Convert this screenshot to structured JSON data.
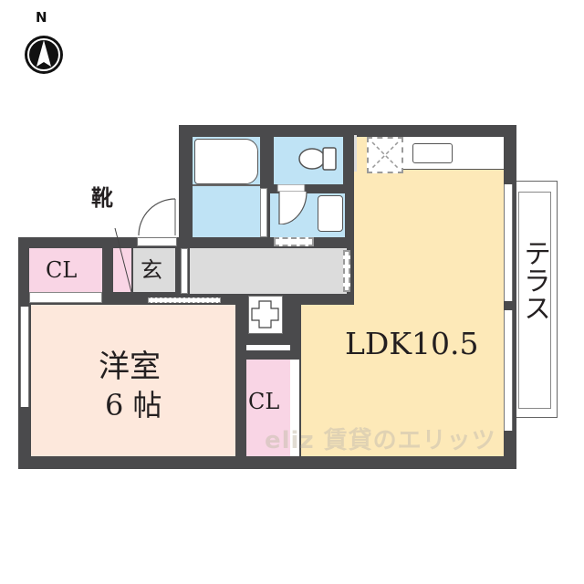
{
  "compass": {
    "label": "N",
    "icon": "north-arrow-icon"
  },
  "colors": {
    "wall": "#4a4a4c",
    "bedroom": "#fde8dc",
    "ldk": "#fde9b8",
    "closet": "#f9d5e5",
    "wet_area": "#bfe3f5",
    "hallway": "#dcdcdc"
  },
  "rooms": {
    "bedroom": {
      "name": "洋室",
      "size": "6 帖"
    },
    "ldk": {
      "name": "LDK10.5"
    },
    "closet_bedroom": {
      "name": "CL"
    },
    "closet_hall": {
      "name": "CL"
    },
    "entrance": {
      "name": "玄"
    },
    "shoe_cabinet": {
      "name": "靴"
    },
    "terrace": {
      "name": "テラス"
    }
  },
  "watermark": {
    "text": "eliz 賃貸のエリッツ"
  }
}
